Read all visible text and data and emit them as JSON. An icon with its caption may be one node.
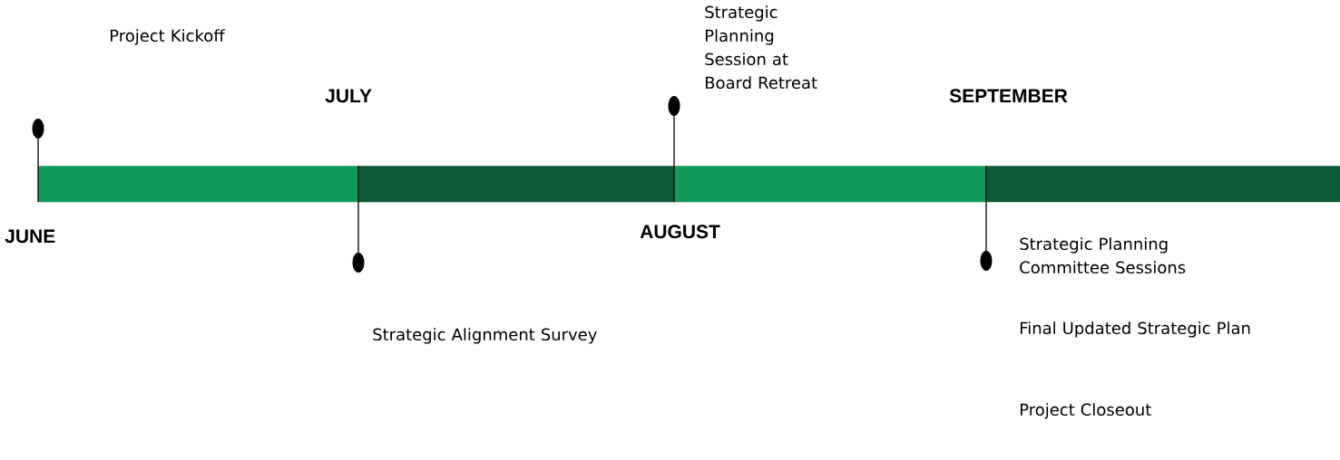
{
  "diagram": {
    "nodes": [
      {
        "text": [],
        "shape": "bar"
      },
      {
        "text": [],
        "shape": "bar"
      },
      {
        "text": [],
        "shape": "bar"
      },
      {
        "text": [],
        "shape": "bar"
      },
      {
        "text": [
          "Project Kickoff"
        ]
      },
      {
        "text": [
          "Strategic Alignment Survey"
        ]
      },
      {
        "text": [
          "Strategic Planning Session at Board Retreat"
        ]
      },
      {
        "text": [
          "Strategic Planning Committee Sessions"
        ]
      },
      {
        "text": [
          "Final Updated Strategic Plan"
        ]
      },
      {
        "text": [
          "Project Closeout"
        ]
      }
    ],
    "labels": [
      "JUNE",
      "JULY",
      "AUGUST",
      "SEPTEMBER"
    ]
  }
}
